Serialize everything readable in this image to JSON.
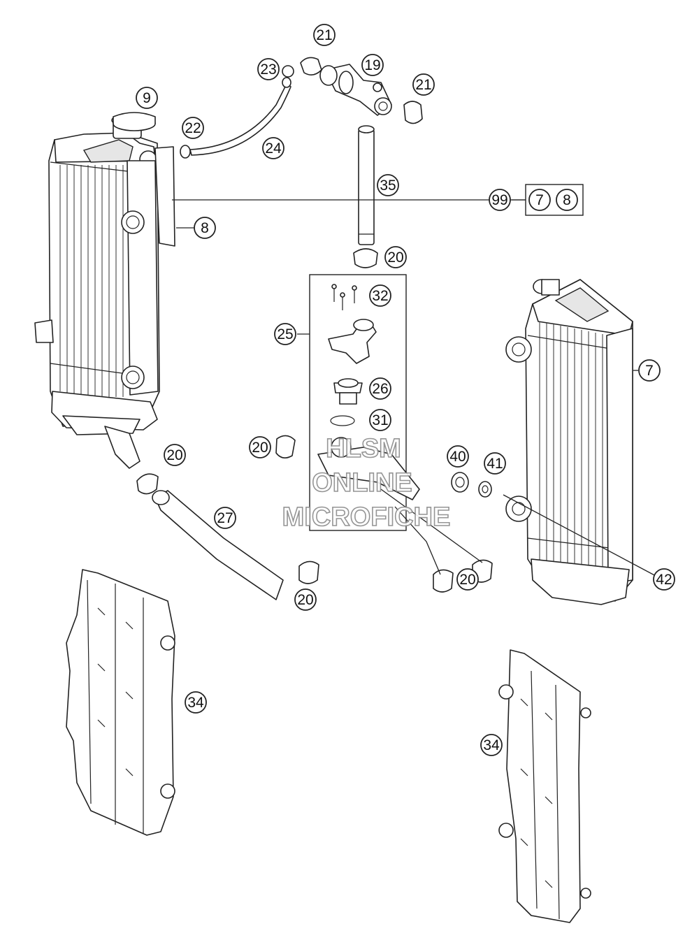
{
  "diagram": {
    "callouts": {
      "c9": "9",
      "c21a": "21",
      "c19": "19",
      "c23": "23",
      "c21b": "21",
      "c22": "22",
      "c24": "24",
      "c35": "35",
      "c99": "99",
      "c7box": "7",
      "c8box": "8",
      "c8": "8",
      "c20a": "20",
      "c32": "32",
      "c25": "25",
      "c7": "7",
      "c26": "26",
      "c31": "31",
      "c20b": "20",
      "c20c": "20",
      "c40": "40",
      "c41": "41",
      "c27": "27",
      "c20d": "20",
      "c20e": "20",
      "c42": "42",
      "c34a": "34",
      "c34b": "34"
    },
    "watermark": {
      "line1": "HLSM",
      "line2": "ONLINE",
      "line3": "MICROFICHE"
    }
  }
}
